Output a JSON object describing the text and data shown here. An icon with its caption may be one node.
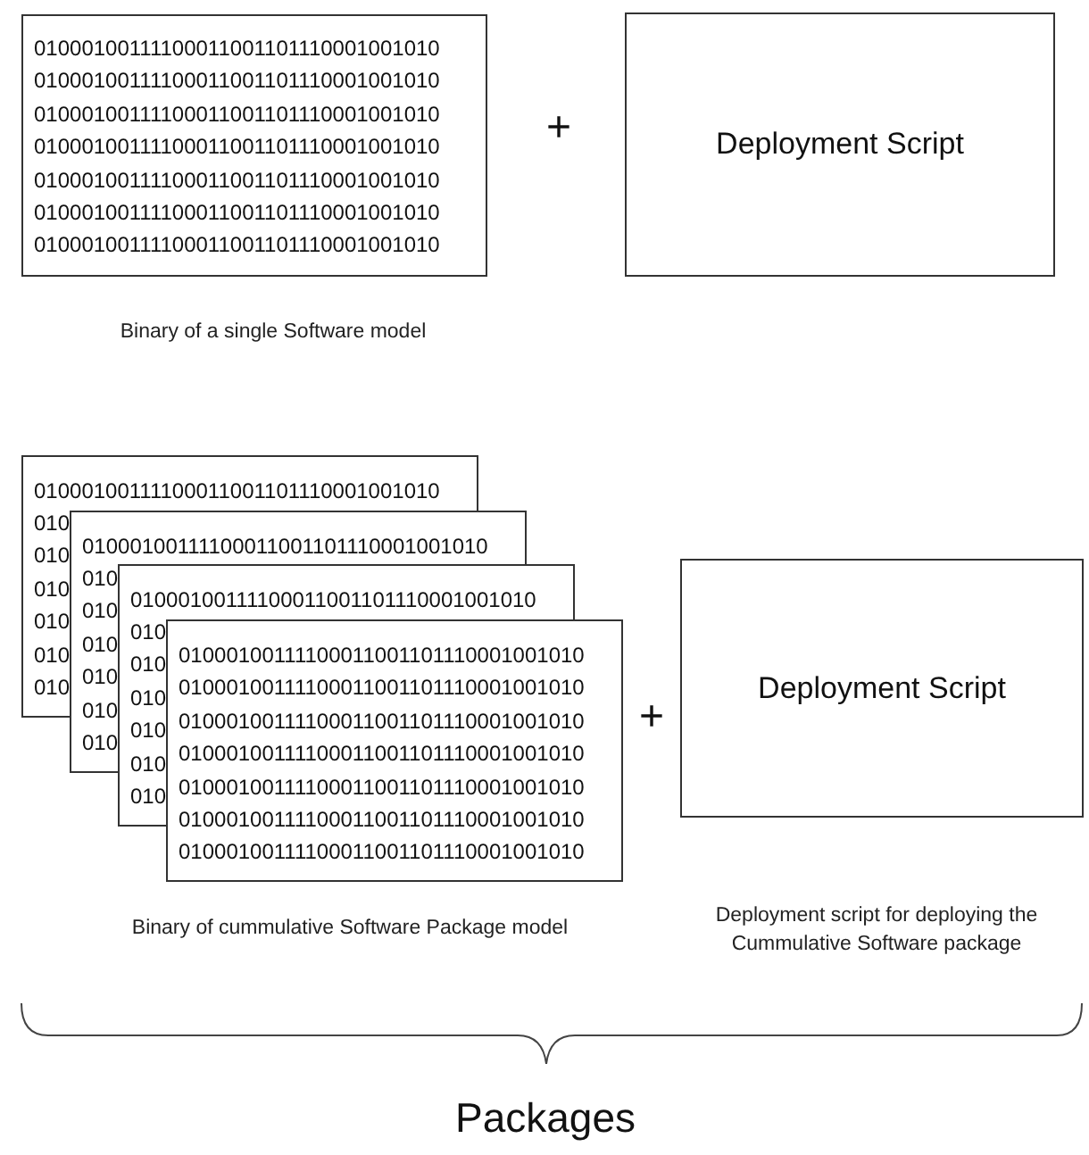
{
  "diagram": {
    "nodes": [
      {
        "text": [
          "01000100111100011001101110001001010 01000100111100011001101110001001010 01000100111100011001101110001001010 01000100111100011001101110001001010 01000100111100011001101110001001010 01000100111100011001101110001001010 01000100111100011001101110001001010"
        ]
      },
      {
        "text": [
          "Deployment Script"
        ]
      },
      {
        "text": [
          "01000100111100011001101110001001010",
          "010 010 010 010 010 010",
          "01000100111100011001101110001001010",
          "010 010 010 010 010 010",
          "01000100111100011001101110001001010",
          "010 010 010 010 010 010",
          "01000100111100011001101110001001010 01000100111100011001101110001001010 01000100111100011001101110001001010 01000100111100011001101110001001010 01000100111100011001101110001001010 01000100111100011001101110001001010 01000100111100011001101110001001010"
        ]
      },
      {
        "text": [
          "Deployment Script"
        ]
      }
    ],
    "labels": [
      "+",
      "Binary of a single Software model",
      "+",
      "Binary of cummulative Software Package model",
      "Deployment script for deploying the Cummulative Software package",
      "Packages"
    ]
  }
}
